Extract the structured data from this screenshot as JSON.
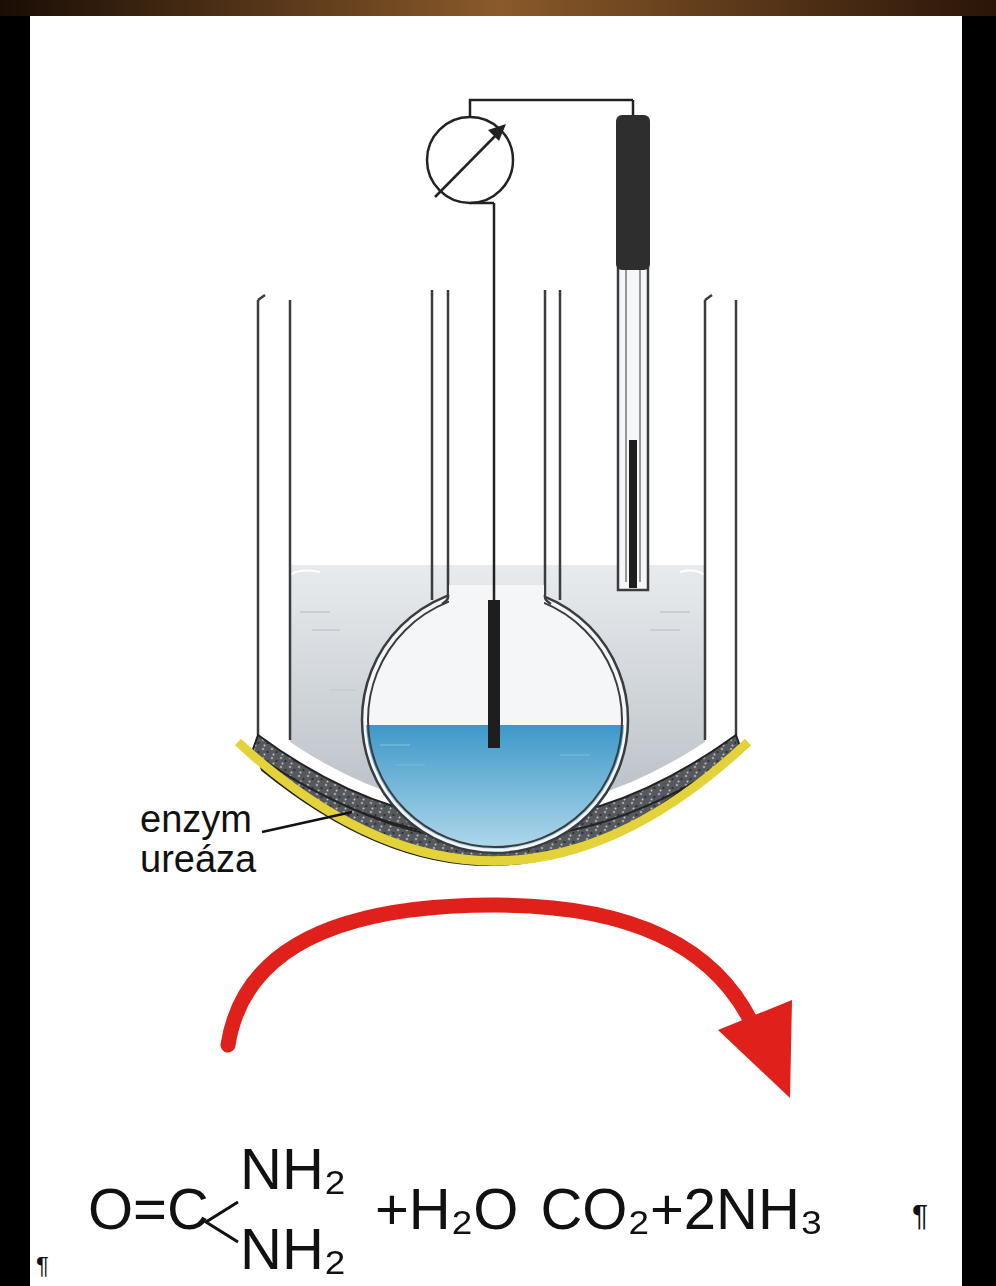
{
  "diagram": {
    "labels": [
      "enzym ureáza",
      "O=C",
      "NH₂",
      "NH₂",
      "+H₂O",
      "CO₂+2NH₃",
      "¶",
      "¶"
    ]
  }
}
